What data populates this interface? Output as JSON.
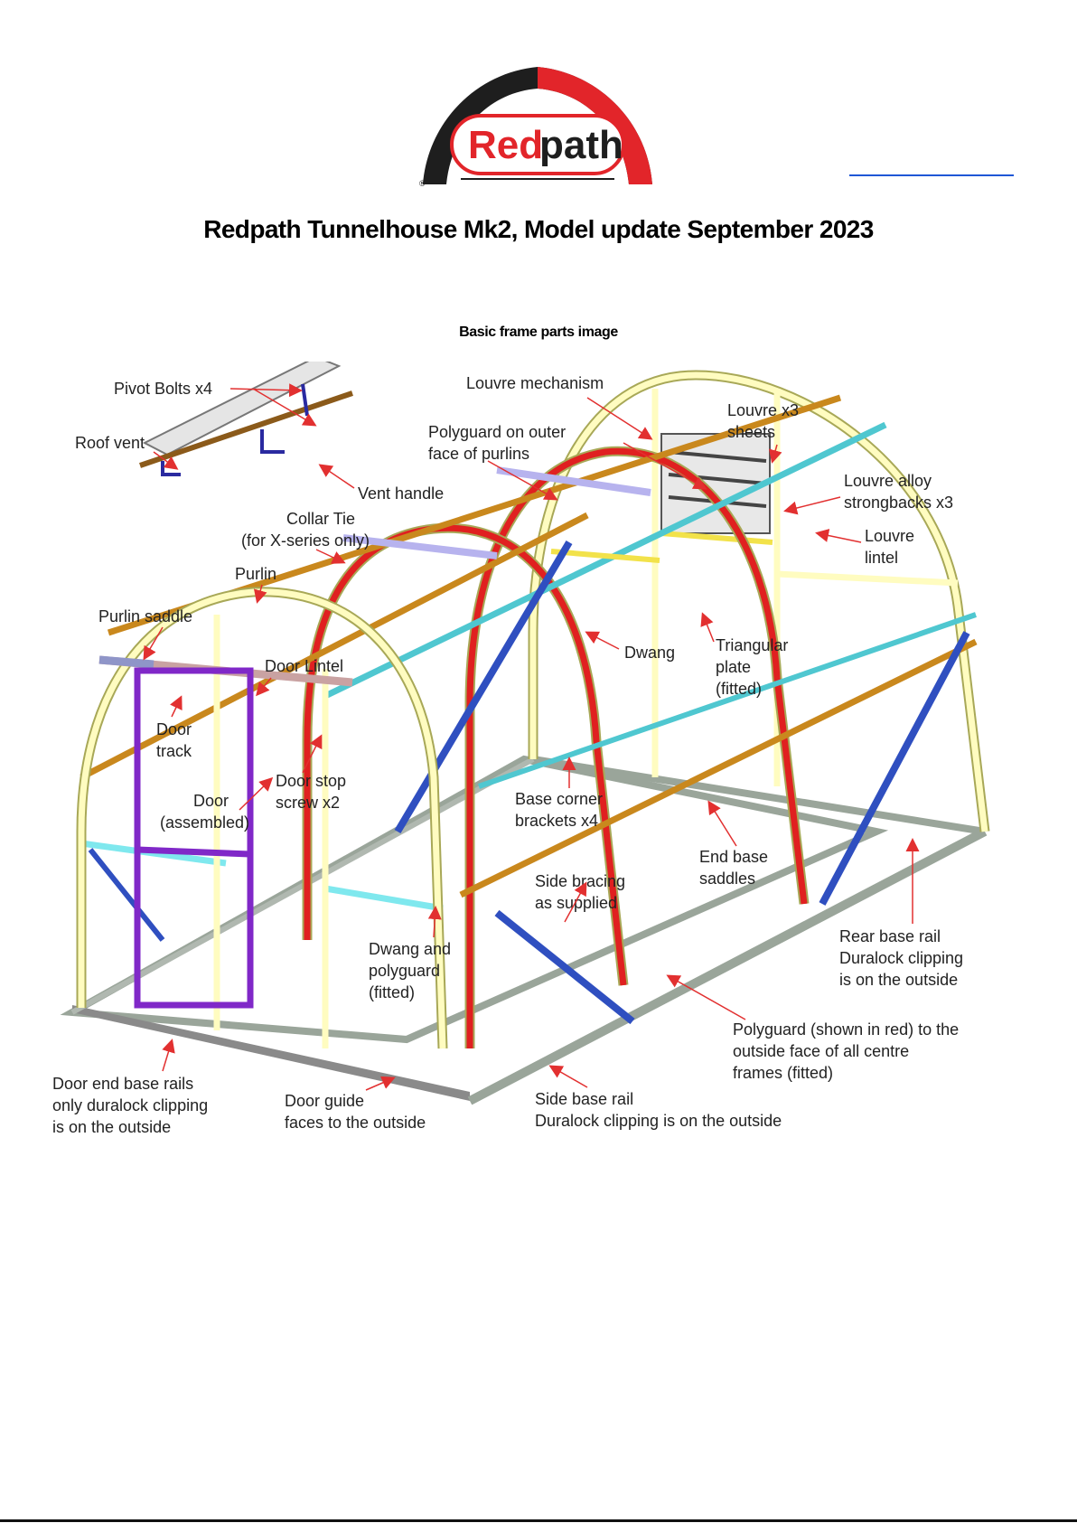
{
  "brand": {
    "logo_text_red": "Red",
    "logo_text_dark": "path",
    "registered_mark": "®"
  },
  "document": {
    "title": "Redpath Tunnelhouse Mk2, Model update September 2023",
    "subtitle": "Basic frame parts image"
  },
  "colors": {
    "frame": "#fffcc0",
    "frame_stroke": "#a8a857",
    "polyguard": "#e02020",
    "bracing": "#2f4fc0",
    "dwang": "#7fe8ee",
    "purlin": "#c9881d",
    "door": "#8028c8",
    "base_rail": "#9aa59a",
    "collar_tie": "#b7b3ee",
    "lintel": "#c9a2a2",
    "arrow": "#e23030"
  },
  "labels": {
    "pivot_bolts": "Pivot Bolts x4",
    "roof_vent": "Roof vent",
    "vent_handle": "Vent handle",
    "louvre_mechanism": "Louvre mechanism",
    "polyguard_purlins_1": "Polyguard on outer",
    "polyguard_purlins_2": "face of purlins",
    "louvre_sheets_1": "Louvre x3",
    "louvre_sheets_2": "sheets",
    "louvre_strongbacks_1": "Louvre alloy",
    "louvre_strongbacks_2": "strongbacks x3",
    "louvre_lintel_1": "Louvre",
    "louvre_lintel_2": "lintel",
    "collar_tie_1": "Collar Tie",
    "collar_tie_2": "(for X-series only)",
    "purlin": "Purlin",
    "purlin_saddle": "Purlin saddle",
    "door_lintel": "Door Lintel",
    "dwang": "Dwang",
    "triangular_plate_1": "Triangular",
    "triangular_plate_2": "plate",
    "triangular_plate_3": "(fitted)",
    "door_track_1": "Door",
    "door_track_2": "track",
    "door_stop_1": "Door stop",
    "door_stop_2": "screw x2",
    "door_assembled_1": "Door",
    "door_assembled_2": "(assembled)",
    "base_corner_1": "Base corner",
    "base_corner_2": "brackets x4",
    "end_base_1": "End base",
    "end_base_2": "saddles",
    "side_bracing_1": "Side bracing",
    "side_bracing_2": "as supplied",
    "dwang_polyguard_1": "Dwang and",
    "dwang_polyguard_2": "polyguard",
    "dwang_polyguard_3": "(fitted)",
    "rear_base_1": "Rear base rail",
    "rear_base_2": "Duralock clipping",
    "rear_base_3": "is on the outside",
    "polyguard_red_1": "Polyguard (shown in red) to the",
    "polyguard_red_2": "outside face of all centre",
    "polyguard_red_3": "frames (fitted)",
    "door_end_rails_1": "Door end base rails",
    "door_end_rails_2": "only duralock clipping",
    "door_end_rails_3": "is on the outside",
    "door_guide_1": "Door guide",
    "door_guide_2": "faces to the outside",
    "side_base_1": "Side base rail",
    "side_base_2": "Duralock clipping is on the outside"
  }
}
